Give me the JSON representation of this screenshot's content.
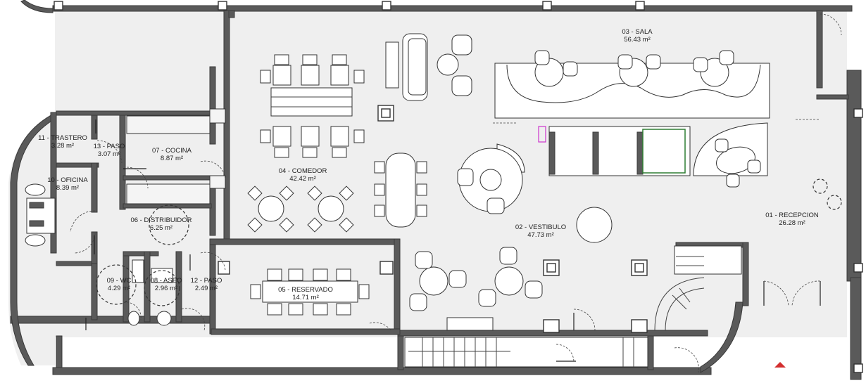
{
  "rooms": [
    {
      "id": "01",
      "name": "01 - RECEPCION",
      "area": "26.28 m²"
    },
    {
      "id": "02",
      "name": "02 - VESTIBULO",
      "area": "47.73 m²"
    },
    {
      "id": "03",
      "name": "03 - SALA",
      "area": "56.43 m²"
    },
    {
      "id": "04",
      "name": "04 - COMEDOR",
      "area": "42.42 m²"
    },
    {
      "id": "05",
      "name": "05 - RESERVADO",
      "area": "14.71 m²"
    },
    {
      "id": "06",
      "name": "06 - DISTRIBUIDOR",
      "area": "6.25 m²"
    },
    {
      "id": "07",
      "name": "07 - COCINA",
      "area": "8.87 m²"
    },
    {
      "id": "08",
      "name": "08 - ASEO",
      "area": "2.96 m²"
    },
    {
      "id": "09",
      "name": "09 - WC",
      "area": "4.29 m²"
    },
    {
      "id": "10",
      "name": "10 - OFICINA",
      "area": "8.39 m²"
    },
    {
      "id": "11",
      "name": "11 - TRASTERO",
      "area": "3.28 m²"
    },
    {
      "id": "12",
      "name": "12 - PASO",
      "area": "2.49 m²"
    },
    {
      "id": "13",
      "name": "13 - PASO",
      "area": "3.07 m²"
    }
  ],
  "colors": {
    "wall": "#5a5a5a",
    "floor": "#efefef",
    "highlight_green": "#2e7d32",
    "highlight_magenta": "#cc33cc",
    "marker_red": "#d32f2f"
  }
}
